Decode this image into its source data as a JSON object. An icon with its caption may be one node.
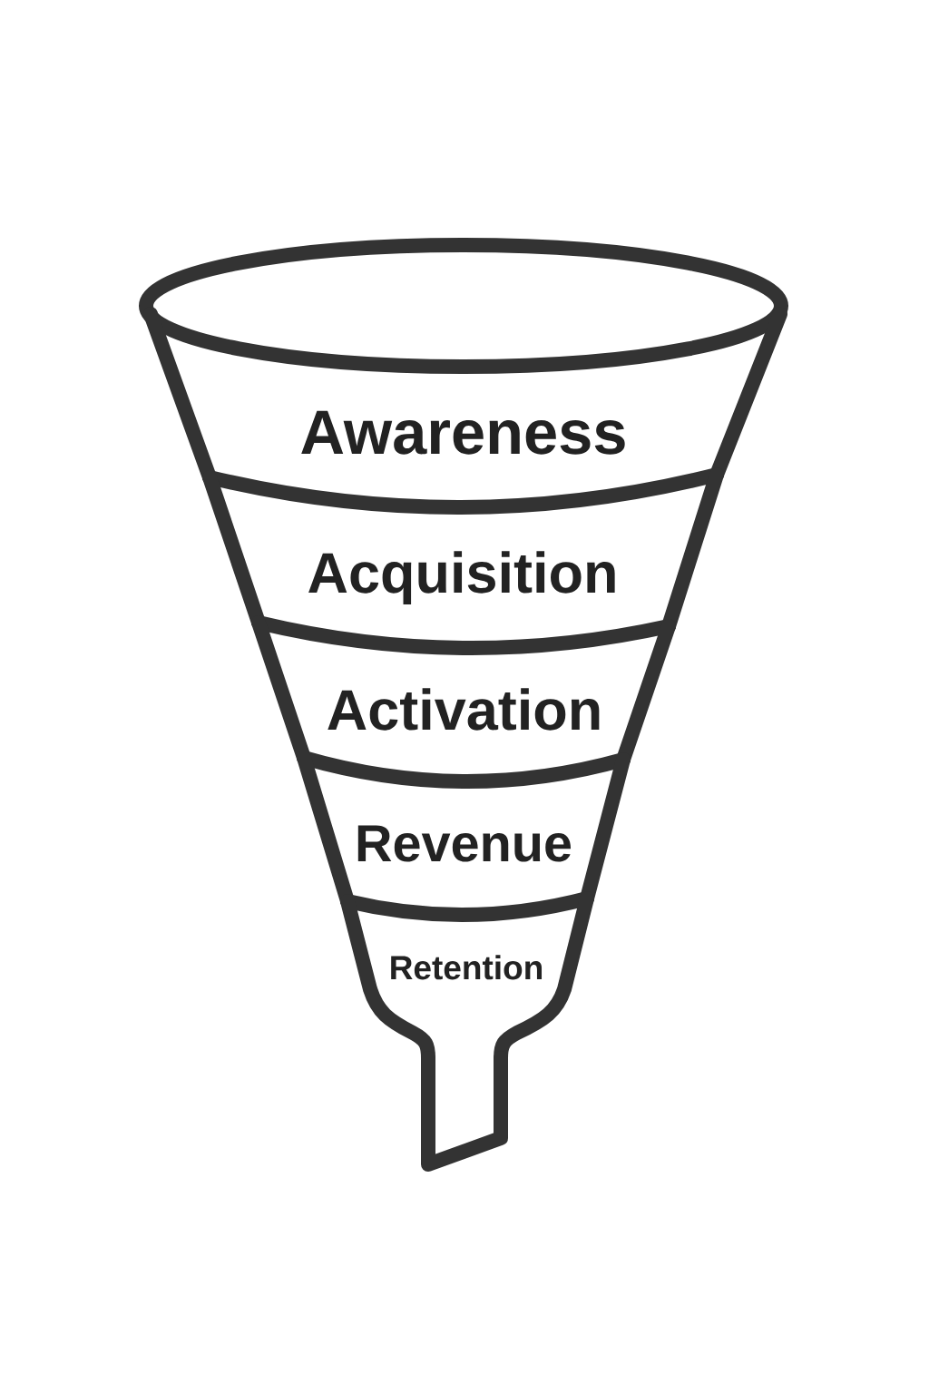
{
  "diagram": {
    "nodes": [
      {
        "text": [],
        "shape": "ellipse"
      },
      {
        "text": [
          "Awareness"
        ]
      },
      {
        "text": [
          "Acquisition"
        ]
      },
      {
        "text": [
          "Activation"
        ]
      },
      {
        "text": [
          "Revenue"
        ]
      },
      {
        "text": [
          "Retention"
        ]
      }
    ]
  }
}
